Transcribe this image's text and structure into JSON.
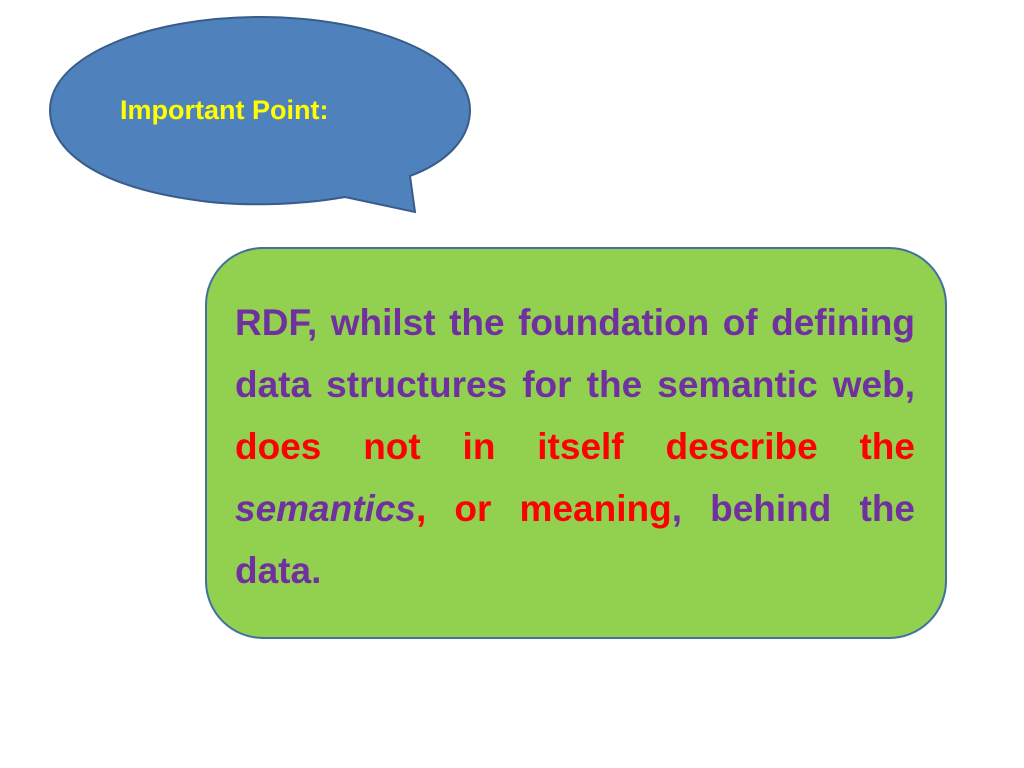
{
  "callout": {
    "label": "Important Point:",
    "fill_color": "#4f81bd",
    "stroke_color": "#385d8a",
    "text_color": "#ffff00"
  },
  "content": {
    "fill_color": "#92d050",
    "stroke_color": "#41719c",
    "segments": [
      {
        "text": "RDF, whilst the foundation of defining data structures for the semantic web, ",
        "color": "#7030a0",
        "italic": false
      },
      {
        "text": "does not in itself describe the ",
        "color": "#ff0000",
        "italic": false
      },
      {
        "text": "semantics",
        "color": "#7030a0",
        "italic": true
      },
      {
        "text": ", or meaning",
        "color": "#ff0000",
        "italic": false
      },
      {
        "text": ", behind the data.",
        "color": "#7030a0",
        "italic": false
      }
    ]
  }
}
